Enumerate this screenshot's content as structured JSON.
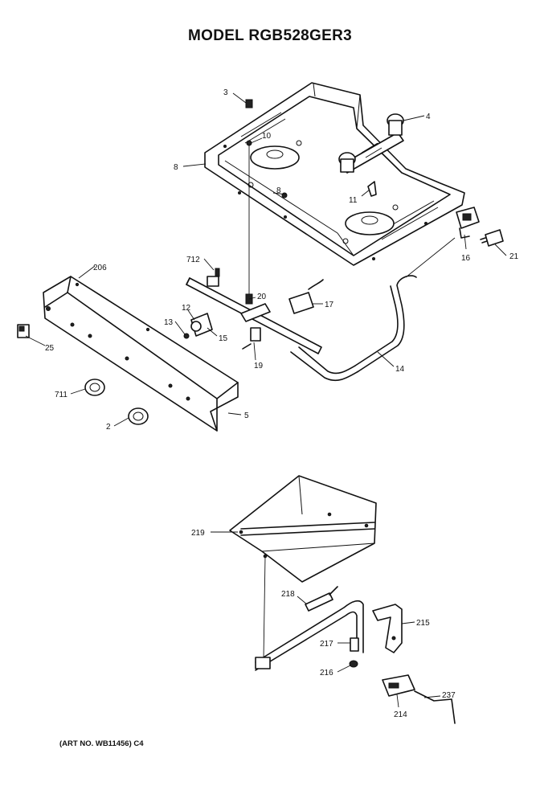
{
  "title": "MODEL RGB528GER3",
  "art_number": "(ART NO. WB11456) C4",
  "callouts": {
    "c3": "3",
    "c4": "4",
    "c10": "10",
    "c8a": "8",
    "c8b": "8",
    "c11": "11",
    "c16": "16",
    "c21": "21",
    "c712": "712",
    "c206": "206",
    "c20": "20",
    "c17": "17",
    "c12": "12",
    "c13": "13",
    "c15": "15",
    "c19": "19",
    "c14": "14",
    "c25": "25",
    "c711": "711",
    "c2": "2",
    "c5": "5",
    "c219": "219",
    "c218": "218",
    "c215": "215",
    "c217": "217",
    "c216": "216",
    "c237": "237",
    "c214": "214"
  }
}
